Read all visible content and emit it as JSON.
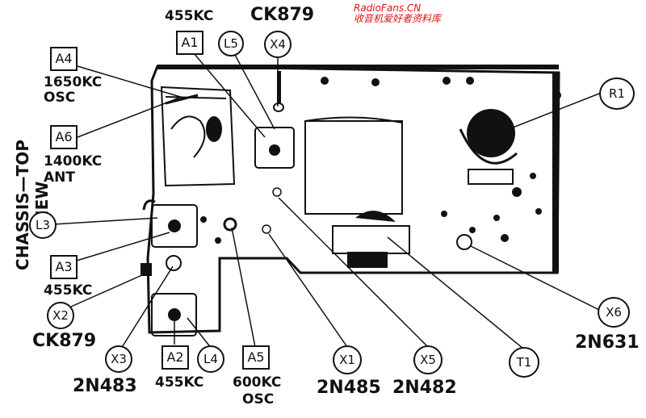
{
  "watermark": {
    "site": "RadioFans.CN",
    "tagline": "收音机爱好者资料库"
  },
  "side_title": "CHASSIS—TOP VIEW",
  "components": {
    "A4": {
      "ref": "A4",
      "desc1": "1650KC",
      "desc2": "OSC"
    },
    "A6": {
      "ref": "A6",
      "desc1": "1400KC",
      "desc2": "ANT"
    },
    "A1": {
      "ref": "A1",
      "desc": "455KC"
    },
    "L5": {
      "ref": "L5"
    },
    "X4": {
      "ref": "X4",
      "desc": "CK879"
    },
    "R1": {
      "ref": "R1"
    },
    "L3": {
      "ref": "L3"
    },
    "A3": {
      "ref": "A3",
      "desc": "455KC"
    },
    "X2": {
      "ref": "X2",
      "desc": "CK879"
    },
    "X3": {
      "ref": "X3",
      "desc": "2N483"
    },
    "A2": {
      "ref": "A2",
      "desc": "455KC"
    },
    "L4": {
      "ref": "L4"
    },
    "A5": {
      "ref": "A5",
      "desc1": "600KC",
      "desc2": "OSC"
    },
    "X1": {
      "ref": "X1",
      "desc": "2N485"
    },
    "X5": {
      "ref": "X5",
      "desc": "2N482"
    },
    "T1": {
      "ref": "T1"
    },
    "X6": {
      "ref": "X6",
      "desc": "2N631"
    }
  }
}
